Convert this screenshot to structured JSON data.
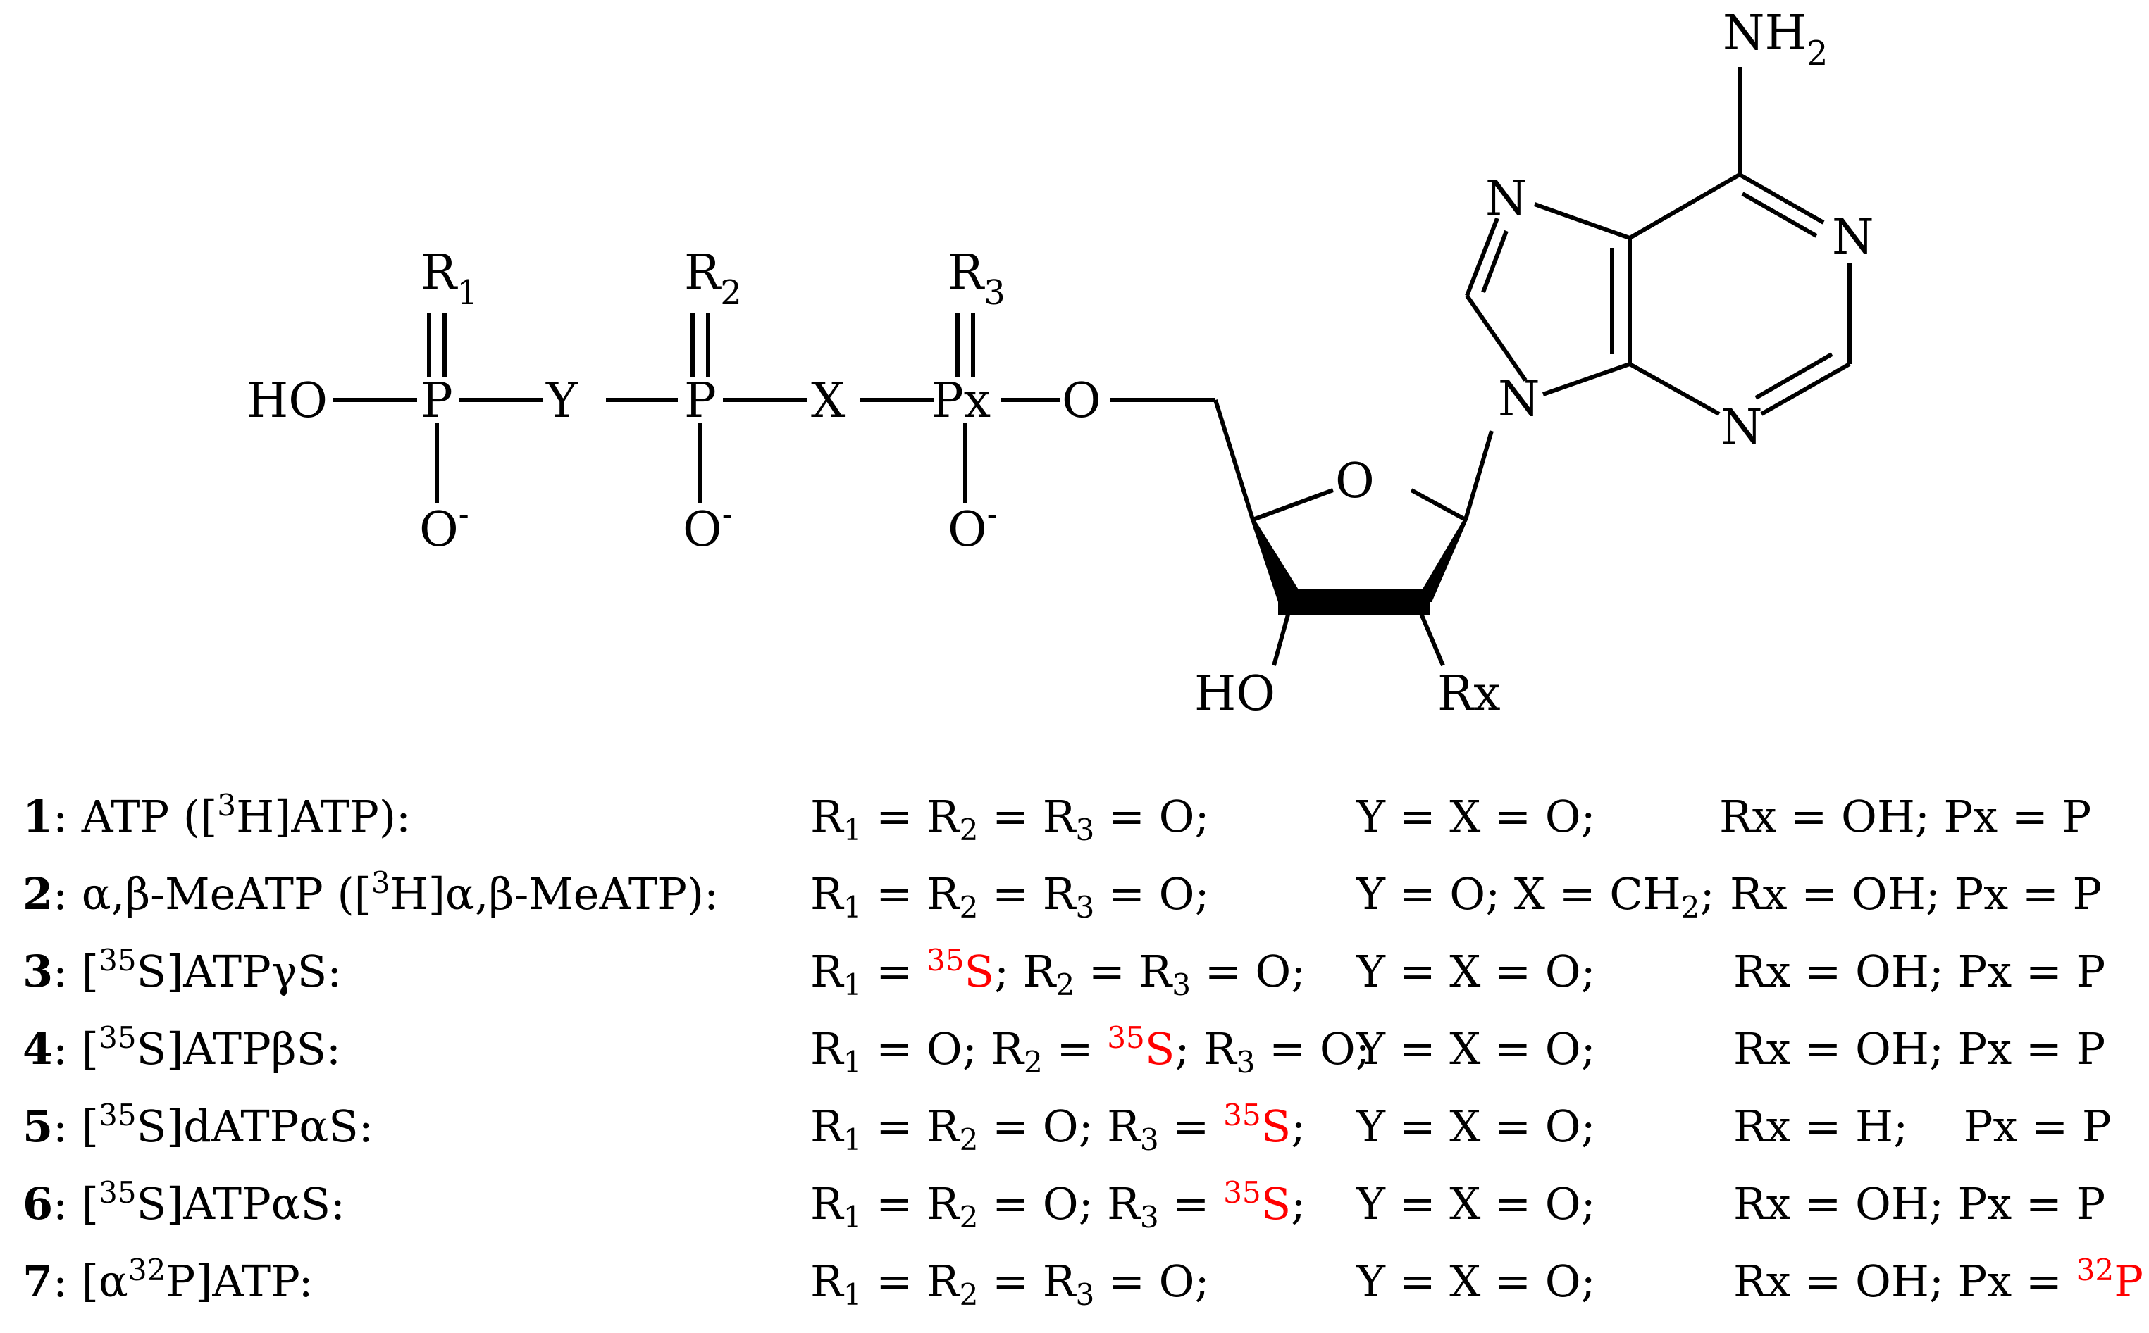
{
  "structure": {
    "phosphate_chain": {
      "ho": "HO",
      "p1": "P",
      "y": "Y",
      "p2": "P",
      "x": "X",
      "px": "Px",
      "o_link": "O",
      "r1": {
        "base": "R",
        "sub": "1"
      },
      "r2": {
        "base": "R",
        "sub": "2"
      },
      "r3": {
        "base": "R",
        "sub": "3"
      },
      "o_minus": {
        "base": "O",
        "sup": "-"
      }
    },
    "sugar": {
      "ring_o": "O",
      "ho": "HO",
      "rx": "Rx"
    },
    "adenine": {
      "nh2": {
        "base": "NH",
        "sub": "2"
      },
      "n": "N"
    }
  },
  "compounds": [
    {
      "number": "1",
      "name": [
        {
          "t": ": ATP ([",
          "c": "n"
        },
        {
          "t": "3",
          "c": "sup"
        },
        {
          "t": "H]ATP):",
          "c": "n"
        }
      ],
      "r": [
        {
          "t": "R",
          "c": "n"
        },
        {
          "t": "1",
          "c": "sub"
        },
        {
          "t": " = R",
          "c": "n"
        },
        {
          "t": "2",
          "c": "sub"
        },
        {
          "t": " = R",
          "c": "n"
        },
        {
          "t": "3",
          "c": "sub"
        },
        {
          "t": " = O;",
          "c": "n"
        }
      ],
      "yx": [
        {
          "t": "Y = X = O;",
          "c": "n"
        }
      ],
      "rxpx": [
        {
          "t": "Rx = OH; Px = P",
          "c": "n"
        }
      ]
    },
    {
      "number": "2",
      "name": [
        {
          "t": ": α,β-MeATP ([",
          "c": "n"
        },
        {
          "t": "3",
          "c": "sup"
        },
        {
          "t": "H]α,β-MeATP):",
          "c": "n"
        }
      ],
      "r": [
        {
          "t": "R",
          "c": "n"
        },
        {
          "t": "1",
          "c": "sub"
        },
        {
          "t": " = R",
          "c": "n"
        },
        {
          "t": "2",
          "c": "sub"
        },
        {
          "t": " = R",
          "c": "n"
        },
        {
          "t": "3",
          "c": "sub"
        },
        {
          "t": " = O;",
          "c": "n"
        }
      ],
      "yx": [
        {
          "t": "Y = O; X = CH",
          "c": "n"
        },
        {
          "t": "2",
          "c": "sub"
        },
        {
          "t": ";",
          "c": "n"
        }
      ],
      "rxpx": [
        {
          "t": "Rx = OH; Px = P",
          "c": "n"
        }
      ]
    },
    {
      "number": "3",
      "name": [
        {
          "t": ": [",
          "c": "n"
        },
        {
          "t": "35",
          "c": "sup"
        },
        {
          "t": "S]ATPγS:",
          "c": "n"
        }
      ],
      "r": [
        {
          "t": "R",
          "c": "n"
        },
        {
          "t": "1",
          "c": "sub"
        },
        {
          "t": " = ",
          "c": "n"
        },
        {
          "t": "35",
          "c": "sup-red"
        },
        {
          "t": "S",
          "c": "red"
        },
        {
          "t": "; R",
          "c": "n"
        },
        {
          "t": "2",
          "c": "sub"
        },
        {
          "t": " = R",
          "c": "n"
        },
        {
          "t": "3",
          "c": "sub"
        },
        {
          "t": " = O;",
          "c": "n"
        }
      ],
      "yx": [
        {
          "t": "Y = X = O;",
          "c": "n"
        }
      ],
      "rxpx": [
        {
          "t": "Rx = OH; Px = P",
          "c": "n"
        }
      ]
    },
    {
      "number": "4",
      "name": [
        {
          "t": ": [",
          "c": "n"
        },
        {
          "t": "35",
          "c": "sup"
        },
        {
          "t": "S]ATPβS:",
          "c": "n"
        }
      ],
      "r": [
        {
          "t": "R",
          "c": "n"
        },
        {
          "t": "1",
          "c": "sub"
        },
        {
          "t": " = O; R",
          "c": "n"
        },
        {
          "t": "2",
          "c": "sub"
        },
        {
          "t": " = ",
          "c": "n"
        },
        {
          "t": "35",
          "c": "sup-red"
        },
        {
          "t": "S",
          "c": "red"
        },
        {
          "t": "; R",
          "c": "n"
        },
        {
          "t": "3",
          "c": "sub"
        },
        {
          "t": " = O;",
          "c": "n"
        }
      ],
      "yx": [
        {
          "t": "Y = X = O;",
          "c": "n"
        }
      ],
      "rxpx": [
        {
          "t": "Rx = OH; Px = P",
          "c": "n"
        }
      ]
    },
    {
      "number": "5",
      "name": [
        {
          "t": ": [",
          "c": "n"
        },
        {
          "t": "35",
          "c": "sup"
        },
        {
          "t": "S]dATPαS:",
          "c": "n"
        }
      ],
      "r": [
        {
          "t": "R",
          "c": "n"
        },
        {
          "t": "1",
          "c": "sub"
        },
        {
          "t": " = R",
          "c": "n"
        },
        {
          "t": "2",
          "c": "sub"
        },
        {
          "t": " = O; R",
          "c": "n"
        },
        {
          "t": "3",
          "c": "sub"
        },
        {
          "t": " = ",
          "c": "n"
        },
        {
          "t": "35",
          "c": "sup-red"
        },
        {
          "t": "S",
          "c": "red"
        },
        {
          "t": ";",
          "c": "n"
        }
      ],
      "yx": [
        {
          "t": "Y = X = O;",
          "c": "n"
        }
      ],
      "rxpx": [
        {
          "t": "Rx = H;    Px = P",
          "c": "n"
        }
      ]
    },
    {
      "number": "6",
      "name": [
        {
          "t": ": [",
          "c": "n"
        },
        {
          "t": "35",
          "c": "sup"
        },
        {
          "t": "S]ATPαS:",
          "c": "n"
        }
      ],
      "r": [
        {
          "t": "R",
          "c": "n"
        },
        {
          "t": "1",
          "c": "sub"
        },
        {
          "t": " = R",
          "c": "n"
        },
        {
          "t": "2",
          "c": "sub"
        },
        {
          "t": " = O; R",
          "c": "n"
        },
        {
          "t": "3",
          "c": "sub"
        },
        {
          "t": " = ",
          "c": "n"
        },
        {
          "t": "35",
          "c": "sup-red"
        },
        {
          "t": "S",
          "c": "red"
        },
        {
          "t": ";",
          "c": "n"
        }
      ],
      "yx": [
        {
          "t": "Y = X = O;",
          "c": "n"
        }
      ],
      "rxpx": [
        {
          "t": "Rx = OH; Px = P",
          "c": "n"
        }
      ]
    },
    {
      "number": "7",
      "name": [
        {
          "t": ": [α",
          "c": "n"
        },
        {
          "t": "32",
          "c": "sup"
        },
        {
          "t": "P]ATP:",
          "c": "n"
        }
      ],
      "r": [
        {
          "t": "R",
          "c": "n"
        },
        {
          "t": "1",
          "c": "sub"
        },
        {
          "t": " = R",
          "c": "n"
        },
        {
          "t": "2",
          "c": "sub"
        },
        {
          "t": " = R",
          "c": "n"
        },
        {
          "t": "3",
          "c": "sub"
        },
        {
          "t": " = O;",
          "c": "n"
        }
      ],
      "yx": [
        {
          "t": "Y = X = O;",
          "c": "n"
        }
      ],
      "rxpx": [
        {
          "t": "Rx = OH; Px = ",
          "c": "n"
        },
        {
          "t": "32",
          "c": "sup-red"
        },
        {
          "t": "P",
          "c": "red"
        }
      ]
    }
  ],
  "colors": {
    "text": "#000000",
    "highlight": "#ff0000",
    "background": "#ffffff"
  }
}
